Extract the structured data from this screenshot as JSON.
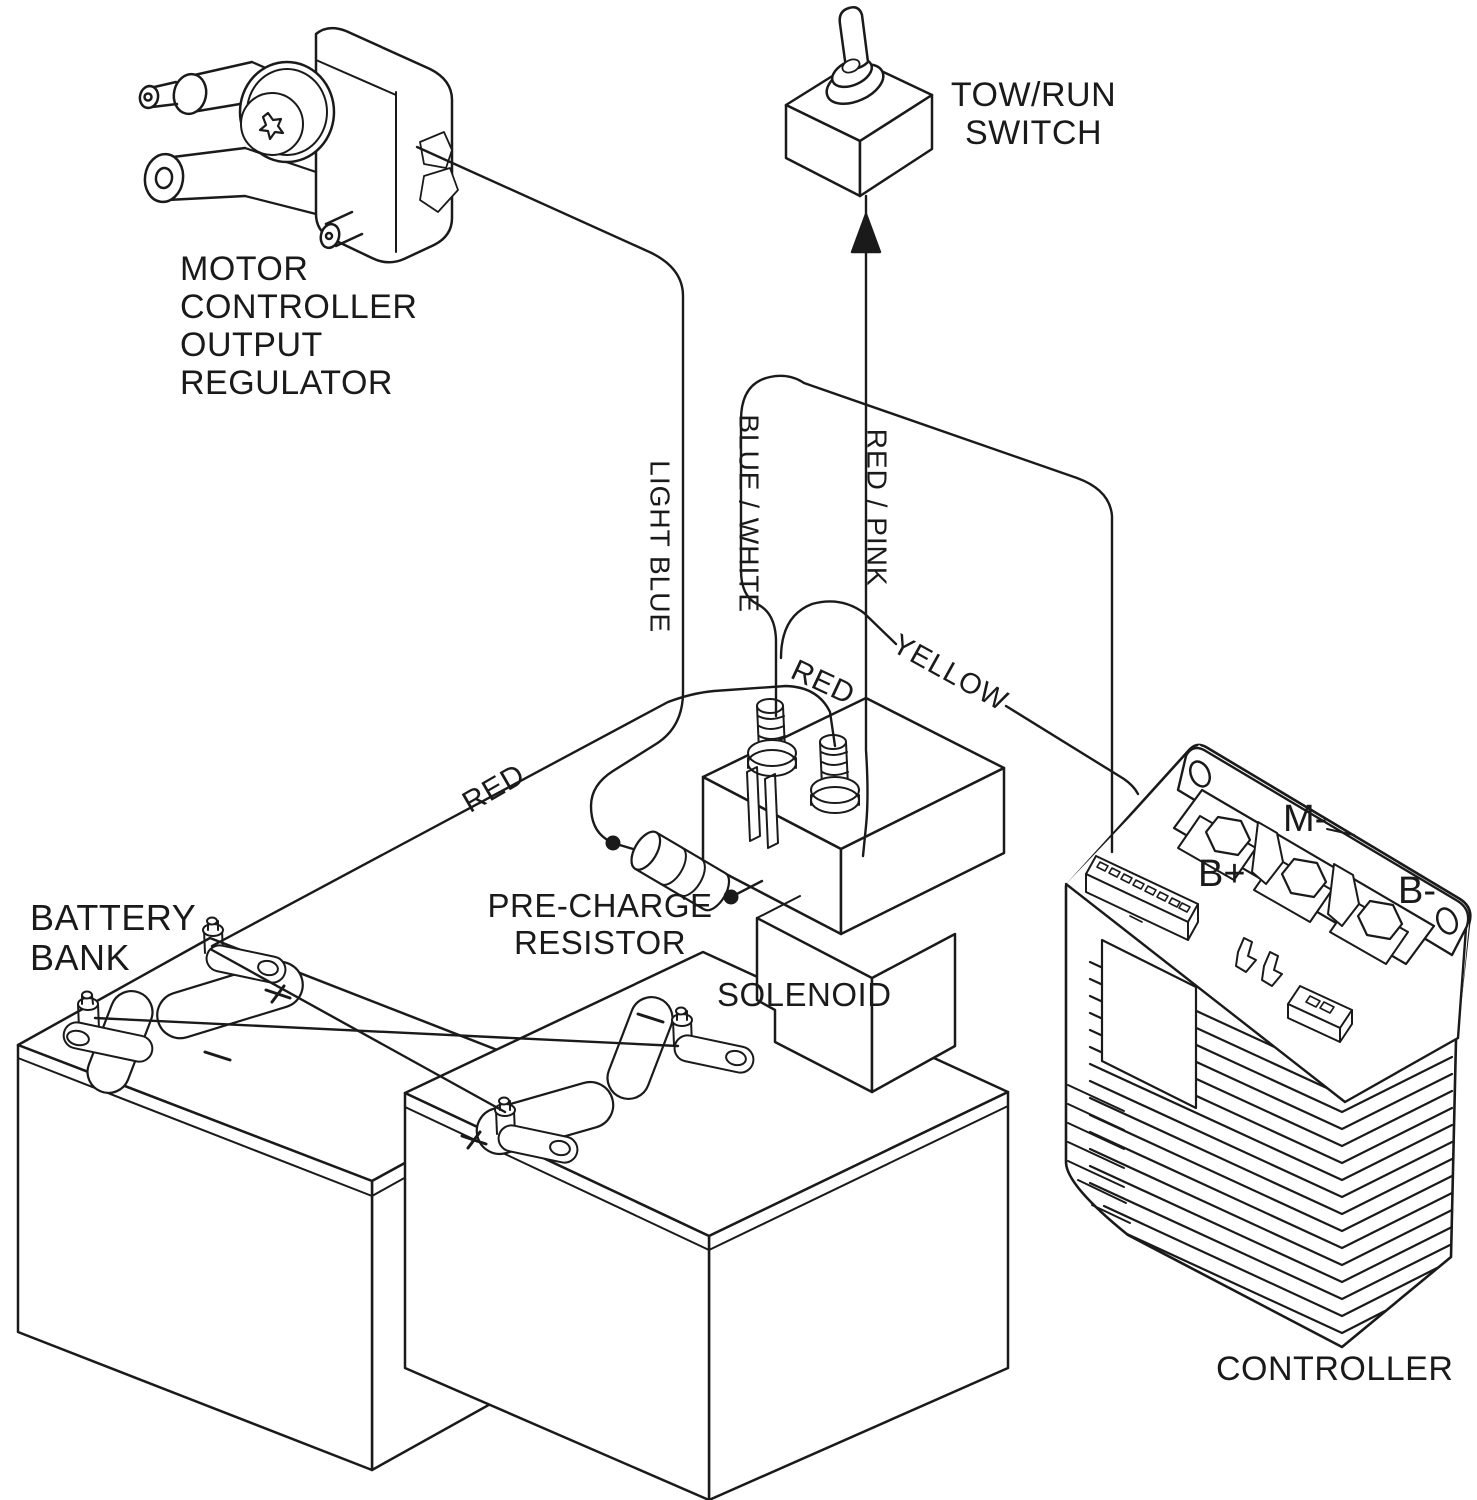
{
  "diagram": {
    "colors": {
      "ink": "#1a1a1a",
      "paper": "#ffffff"
    },
    "components": {
      "regulator": {
        "label": "MOTOR\nCONTROLLER\nOUTPUT\nREGULATOR"
      },
      "tow_run_switch": {
        "label": "TOW/RUN\nSWITCH"
      },
      "battery_bank": {
        "label": "BATTERY\nBANK",
        "terminal_marks": [
          "+",
          "-",
          "+",
          "-"
        ]
      },
      "pre_charge_resistor": {
        "label": "PRE-CHARGE\nRESISTOR"
      },
      "solenoid": {
        "label": "SOLENOID"
      },
      "controller": {
        "label": "CONTROLLER",
        "terminals": {
          "b_plus": "B+",
          "m_minus": "M-",
          "b_minus": "B-"
        }
      }
    },
    "wires": {
      "light_blue": "LIGHT BLUE",
      "blue_white": "BLUE / WHITE",
      "red_pink": "RED / PINK",
      "yellow": "YELLOW",
      "red_to_solenoid": "RED",
      "red_from_battery": "RED"
    }
  }
}
